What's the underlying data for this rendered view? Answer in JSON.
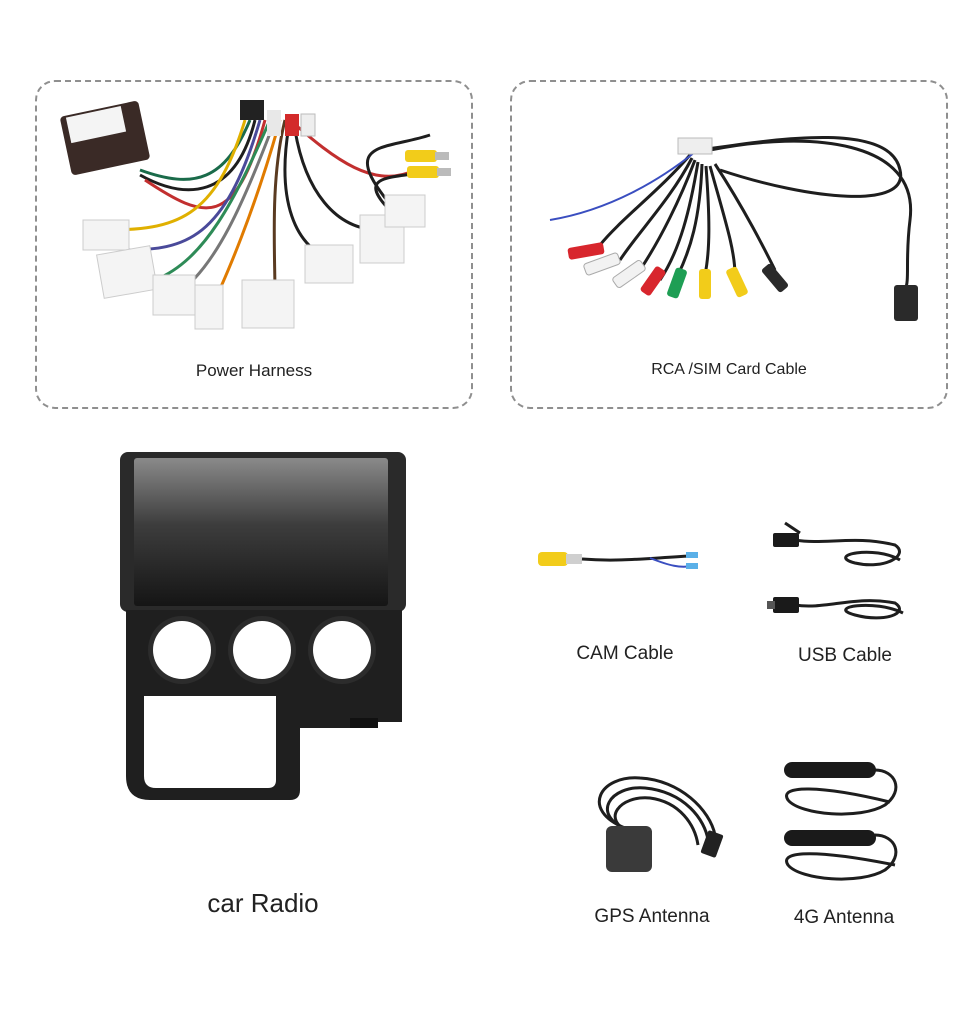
{
  "items": {
    "power_harness": {
      "label": "Power Harness"
    },
    "rca_cable": {
      "label": "RCA /SIM Card Cable"
    },
    "car_radio": {
      "label": "car Radio"
    },
    "cam_cable": {
      "label": "CAM Cable"
    },
    "usb_cable": {
      "label": "USB Cable"
    },
    "gps_antenna": {
      "label": "GPS Antenna"
    },
    "antenna_4g": {
      "label": "4G Antenna"
    }
  },
  "colors": {
    "panel_border": "#8f8f8f",
    "rca_red": "#d8262d",
    "rca_yellow": "#f2cc1a",
    "rca_green": "#1e9e54",
    "rca_white": "#f2f2f2",
    "wire_black": "#1e1e1e",
    "radio_body": "#1f1f1f"
  }
}
